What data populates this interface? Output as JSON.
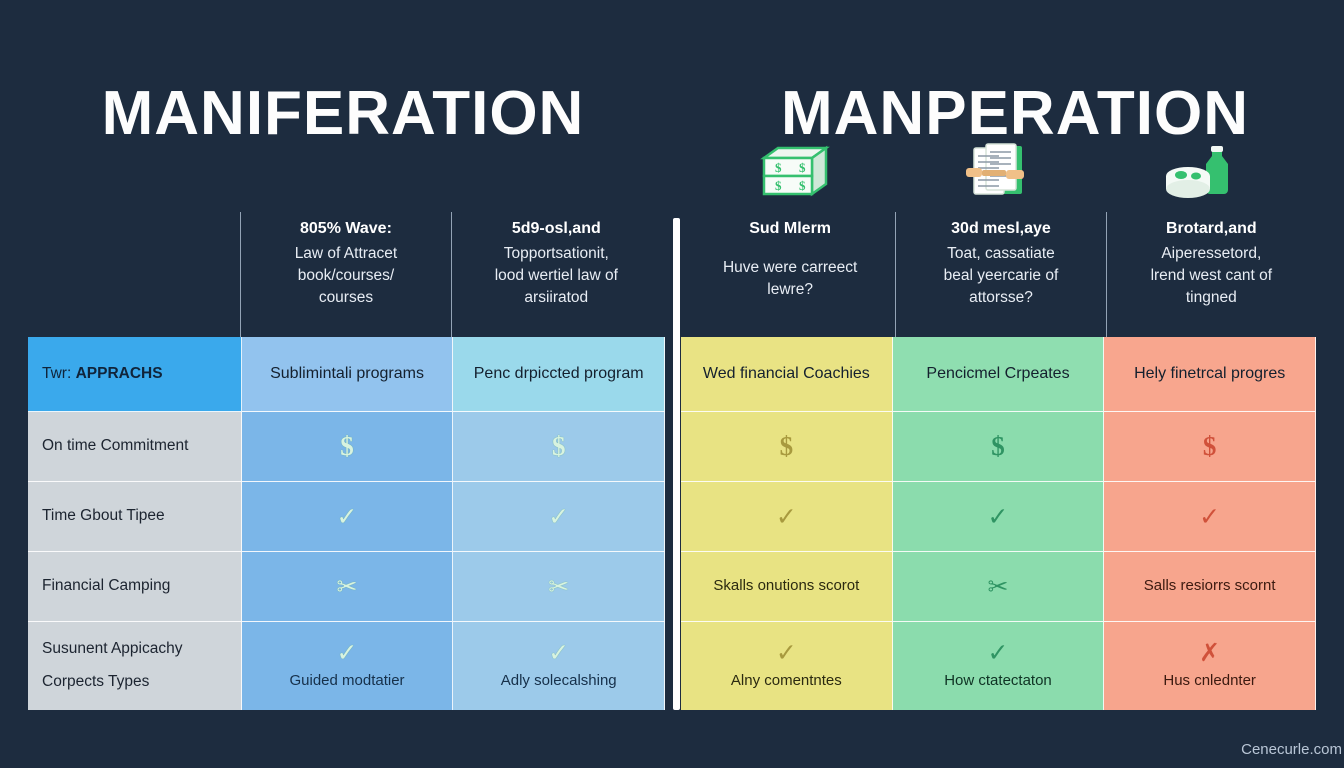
{
  "titles": {
    "left": "MANIFERATION",
    "right": "MANPERATION"
  },
  "decor_icons": [
    {
      "name": "money-stack-icon",
      "label": "money stack"
    },
    {
      "name": "documents-icon",
      "label": "documents with hands"
    },
    {
      "name": "jar-bottle-icon",
      "label": "bowl and bottle"
    }
  ],
  "column_heads": [
    {
      "title": "805% Wave:",
      "sub": [
        "Law of Attracet",
        "book/courses/",
        "courses"
      ]
    },
    {
      "title": "5d9-osl,and",
      "sub": [
        "Topportsationit,",
        "lood wertiel law of",
        "arsiiratod"
      ]
    },
    {
      "title": "Sud Mlerm",
      "sub": [
        "",
        "Huve were carreect",
        "lewre?"
      ]
    },
    {
      "title": "30d mesl,aye",
      "sub": [
        "Toat, cassatiate",
        "beal yeercarie of",
        "attorsse?"
      ]
    },
    {
      "title": "Brotard,and",
      "sub": [
        "Aiperessetord,",
        "lrend west cant of",
        "tingned"
      ]
    }
  ],
  "table": {
    "header": {
      "label_prefix": "Twr: ",
      "label_strong": "APPRACHS",
      "cells": [
        "Sublimintali programs",
        "Penc drpiccted program",
        "Wed financial Coachies",
        "Pencicmel Crpeates",
        "Hely finetrcal progres"
      ]
    },
    "rows": [
      {
        "label": "On time Commitment",
        "cells": [
          {
            "glyph": "$",
            "text": ""
          },
          {
            "glyph": "$",
            "text": ""
          },
          {
            "glyph": "$",
            "text": ""
          },
          {
            "glyph": "$",
            "text": ""
          },
          {
            "glyph": "$",
            "text": ""
          }
        ]
      },
      {
        "label": "Time Gbout Tipee",
        "cells": [
          {
            "glyph": "✓",
            "text": ""
          },
          {
            "glyph": "✓",
            "text": ""
          },
          {
            "glyph": "✓",
            "text": ""
          },
          {
            "glyph": "✓",
            "text": ""
          },
          {
            "glyph": "✓",
            "text": ""
          }
        ]
      },
      {
        "label": "Financial Camping",
        "cells": [
          {
            "glyph": "✂",
            "text": ""
          },
          {
            "glyph": "✂",
            "text": ""
          },
          {
            "glyph": "",
            "text": "Skalls onutions scorot"
          },
          {
            "glyph": "✂",
            "text": ""
          },
          {
            "glyph": "",
            "text": "Salls resiorrs scornt"
          }
        ]
      },
      {
        "label": "Susunent Appicachy Corpects Types",
        "label_line1": "Susunent Appicachy",
        "label_line2": "Corpects Types",
        "cells": [
          {
            "glyph": "✓",
            "text": "Guided modtatier"
          },
          {
            "glyph": "✓",
            "text": "Adly solecalshing"
          },
          {
            "glyph": "✓",
            "text": "Alny comentntes"
          },
          {
            "glyph": "✓",
            "text": "How ctatectaton"
          },
          {
            "glyph": "✗",
            "text": "Hus cnlednter"
          }
        ]
      }
    ]
  },
  "footer": {
    "watermark": "Cenecurle.com"
  },
  "colors": {
    "background": "#1d2c3f",
    "accent_blue": "#3aa9ec",
    "col1": "#7bb6e8",
    "col2": "#9ccaea",
    "col3": "#e8e383",
    "col4": "#8bdcad",
    "col5": "#f7a58d",
    "label_bg": "#cfd5da",
    "icon_green": "#35c06f"
  }
}
